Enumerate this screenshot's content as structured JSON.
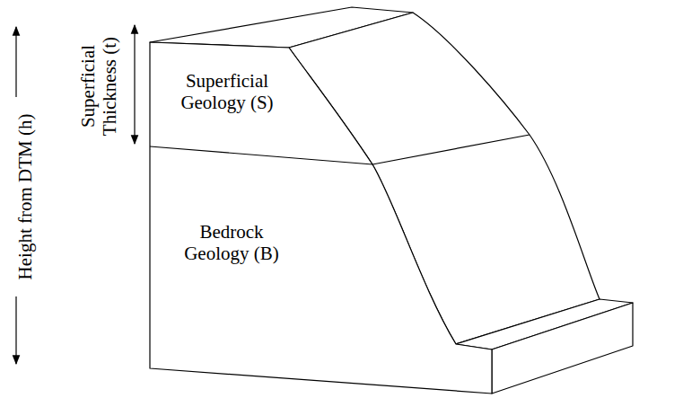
{
  "diagram": {
    "nodes": [
      {
        "text": [
          "Superficial Geology (S)"
        ]
      },
      {
        "text": [
          "Bedrock Geology (B)"
        ]
      }
    ],
    "labels": [
      "Height from DTM (h)",
      "Superficial Thickness (t)"
    ]
  }
}
